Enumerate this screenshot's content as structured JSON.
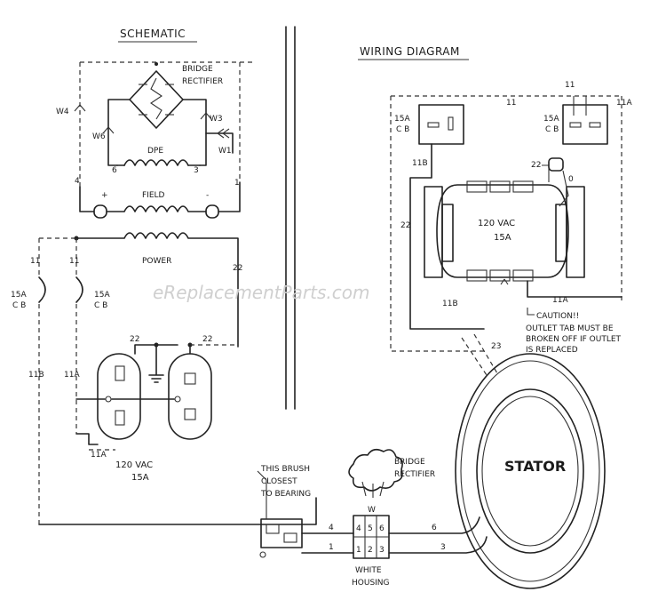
{
  "schematic": {
    "title": "SCHEMATIC",
    "bridge_label_1": "BRIDGE",
    "bridge_label_2": "RECTIFIER",
    "w4": "W4",
    "w6": "W6",
    "w3": "W3",
    "w1": "W1",
    "dpe": "DPE",
    "dpe_left": "6",
    "dpe_right": "3",
    "wire_4": "4",
    "wire_1": "1",
    "field": "FIELD",
    "plus": "+",
    "minus": "-",
    "power": "POWER",
    "wire_22": "22",
    "cb_left_1": "15A",
    "cb_left_2": "C B",
    "cb_right_1": "15A",
    "cb_right_2": "C B",
    "wire_11_left": "11",
    "wire_11_right": "11",
    "wire_11b": "11B",
    "wire_11a": "11A",
    "outlet_22_a": "22",
    "outlet_22_b": "22",
    "outlet_11a": "11A",
    "outlet_label_1": "120  VAC",
    "outlet_label_2": "15A"
  },
  "wiring": {
    "title": "WIRING DIAGRAM",
    "cb_left_1": "15A",
    "cb_left_2": "C B",
    "cb_right_1": "15A",
    "cb_right_2": "C B",
    "wire_11_top": "11",
    "wire_11_small": "11",
    "wire_11a_top": "11A",
    "wire_11b": "11B",
    "wire_22_left": "22",
    "wire_22_top": "22",
    "wire_0": "0",
    "outlet_label_1": "120 VAC",
    "outlet_label_2": "15A",
    "wire_11b_bottom": "11B",
    "wire_11a_bottom": "11A",
    "caution_title": "CAUTION!!",
    "caution_1": "OUTLET TAB MUST BE",
    "caution_2": "BROKEN OFF IF OUTLET",
    "caution_3": "IS REPLACED",
    "stator": "STATOR",
    "bridge_label_1": "BRIDGE",
    "bridge_label_2": "RECTIFIER",
    "brush_1": "THIS BRUSH",
    "brush_2": "CLOSEST",
    "brush_3": "TO BEARING",
    "w_label": "W",
    "wire_4": "4",
    "wire_1": "1",
    "wire_6": "6",
    "wire_3": "3",
    "housing_1": "WHITE",
    "housing_2": "HOUSING",
    "term_4": "4",
    "term_5": "5",
    "term_6": "6",
    "term_1": "1",
    "term_2": "2",
    "term_3": "3",
    "stator_23": "23"
  },
  "watermark": "eReplacementParts.com"
}
